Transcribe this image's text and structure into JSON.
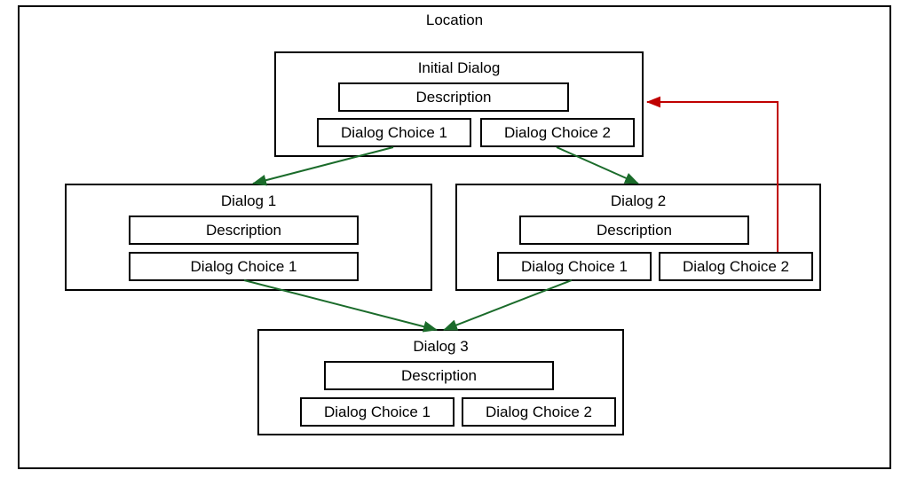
{
  "location": {
    "title": "Location"
  },
  "nodes": [
    {
      "id": "initial-dialog",
      "title": "Initial Dialog",
      "description_label": "Description",
      "choices": [
        "Dialog Choice 1",
        "Dialog Choice 2"
      ]
    },
    {
      "id": "dialog-1",
      "title": "Dialog 1",
      "description_label": "Description",
      "choices": [
        "Dialog Choice 1"
      ]
    },
    {
      "id": "dialog-2",
      "title": "Dialog 2",
      "description_label": "Description",
      "choices": [
        "Dialog Choice 1",
        "Dialog Choice 2"
      ]
    },
    {
      "id": "dialog-3",
      "title": "Dialog 3",
      "description_label": "Description",
      "choices": [
        "Dialog Choice 1",
        "Dialog Choice 2"
      ]
    }
  ],
  "colors": {
    "forward_arrow": "#1a6b2a",
    "return_arrow": "#c00000",
    "box_border": "#000000",
    "background": "#ffffff"
  },
  "edges": [
    {
      "from": "initial-dialog.choice1",
      "to": "dialog-1",
      "color": "forward_arrow"
    },
    {
      "from": "initial-dialog.choice2",
      "to": "dialog-2",
      "color": "forward_arrow"
    },
    {
      "from": "dialog-1.choice1",
      "to": "dialog-3",
      "color": "forward_arrow"
    },
    {
      "from": "dialog-2.choice1",
      "to": "dialog-3",
      "color": "forward_arrow"
    },
    {
      "from": "dialog-2.choice2",
      "to": "initial-dialog",
      "color": "return_arrow"
    }
  ]
}
